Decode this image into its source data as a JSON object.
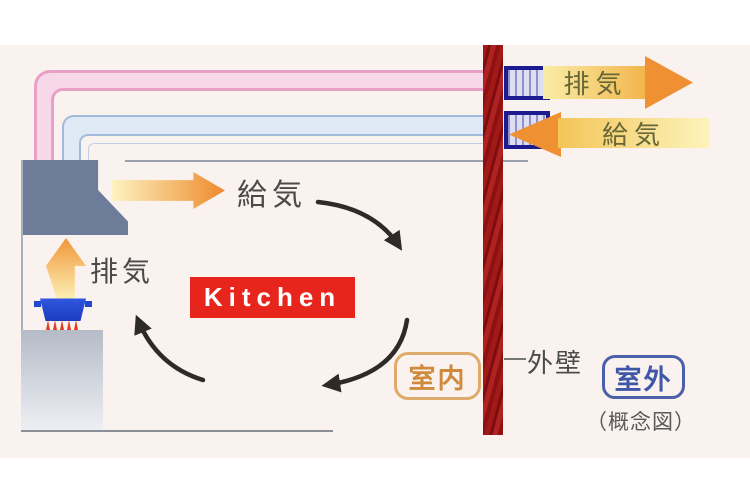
{
  "diagram_type": "kitchen-ventilation-concept",
  "labels": {
    "kitchen": "Kitchen",
    "exhaust_top": "排気",
    "supply_top": "給気",
    "supply_room": "給気",
    "exhaust_hood": "排気",
    "indoor": "室内",
    "exterior_wall": "外壁",
    "outdoor": "室外",
    "concept_note": "（概念図）"
  },
  "colors": {
    "background_tint": "#faf2ef",
    "wall_red": "#9c1616",
    "kitchen_badge_red": "#e8251d",
    "exhaust_duct_pink": "#e9a0c6",
    "supply_duct_blue": "#a3bbda",
    "arrow_orange": "#ef9033",
    "arrow_yellow": "#f8dc60",
    "hood_slate": "#6d7c98",
    "pot_blue": "#2247cf",
    "flame_red": "#e43b22",
    "indoor_accent": "#d08a3c",
    "outdoor_accent": "#3f57a8",
    "circulation_arrow_black": "#2d2a28"
  },
  "icons": {
    "vent_grille": "striped-square-grille",
    "flame": "small-red-triangles",
    "pot": "blue-trapezoid-pot",
    "range_hood": "slate-hood-silhouette",
    "flow_arrow": "orange-gradient-arrow",
    "circulation_arrow": "black-curved-arrow"
  }
}
